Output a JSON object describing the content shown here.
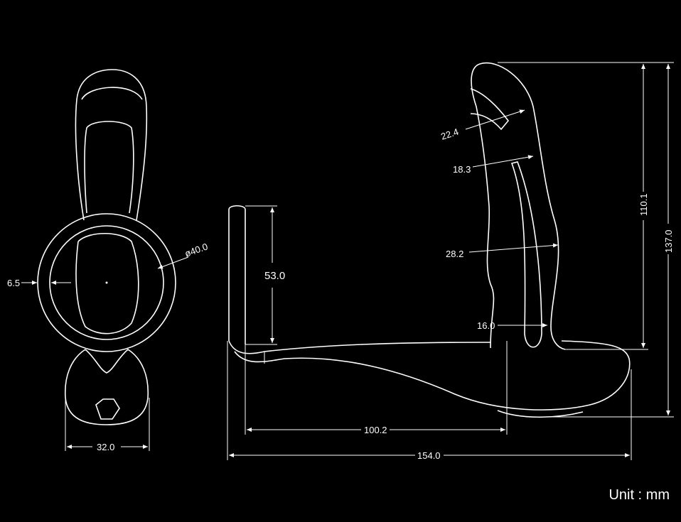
{
  "dimensions": {
    "front_ring_diameter": "ø40.0",
    "front_ring_thickness": "6.5",
    "front_base_width": "32.0",
    "stem_height": "53.0",
    "probe_tip_width": "22.4",
    "probe_neck_width": "18.3",
    "probe_body_width": "28.2",
    "probe_base_width": "16.0",
    "probe_height": "110.1",
    "total_height": "137.0",
    "arm_length": "100.2",
    "total_length": "154.0"
  },
  "unit_label": "Unit : mm",
  "colors": {
    "background": "#000000",
    "line": "#ffffff"
  }
}
